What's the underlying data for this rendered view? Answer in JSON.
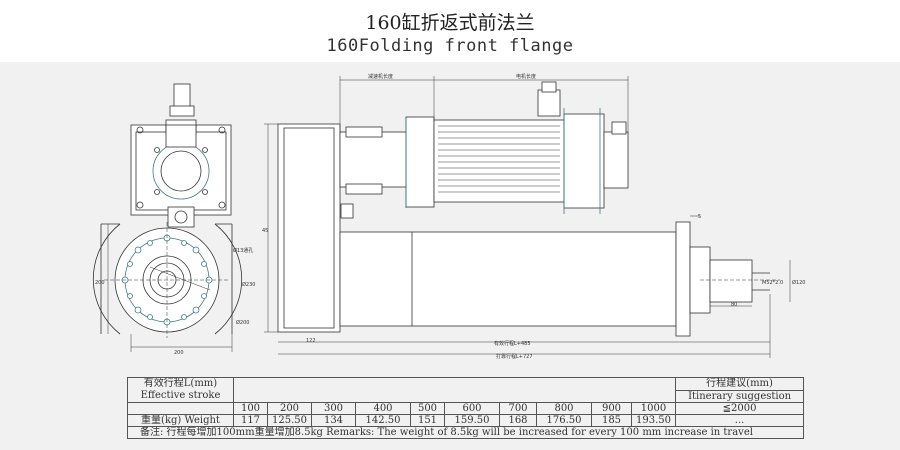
{
  "title_cn": "160缸折返式前法兰",
  "title_en": "160Folding front flange",
  "drawing_labels": {
    "gear_motor_length": "减速机长度",
    "motor_length": "电机长度",
    "bolt_hole": "Ø13通孔",
    "dia_230": "Ø230",
    "dia_200": "Ø200",
    "width_200": "200",
    "height_200": "200",
    "height_45": "45",
    "thread": "M52*2.0",
    "dia_120": "Ø120",
    "dim_5": "5",
    "dim_80": "80",
    "dim_122": "122",
    "stroke_dim": "有效行程L+485",
    "total_dim": "打靠行程L+727"
  },
  "table": {
    "stroke_header_cn": "有效行程L(mm)",
    "stroke_header_en": "Effective stroke",
    "suggest_header_cn": "行程建议(mm)",
    "suggest_header_en": "Itinerary suggestion",
    "strokes": [
      "100",
      "200",
      "300",
      "400",
      "500",
      "600",
      "700",
      "800",
      "900",
      "1000"
    ],
    "suggest_value": "≦2000",
    "weight_label": "重量(kg) Weight",
    "weights": [
      "117",
      "125.50",
      "134",
      "142.50",
      "151",
      "159.50",
      "168",
      "176.50",
      "185",
      "193.50"
    ],
    "weight_suggest": "...",
    "remark": "备注: 行程每增加100mm重量增加8.5kg   Remarks: The weight of 8.5kg will be increased for every 100 mm increase in travel"
  }
}
